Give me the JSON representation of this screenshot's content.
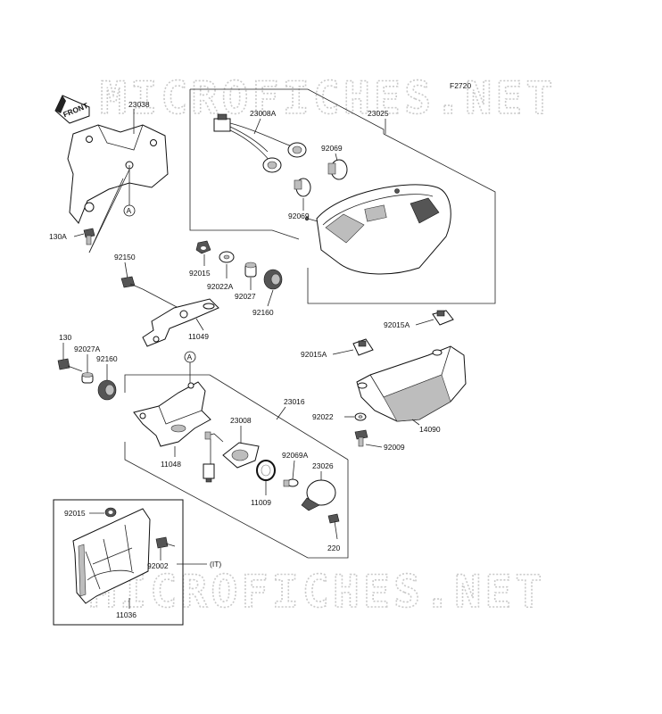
{
  "watermark": "MICROFICHES.NET",
  "figure_code": "F2720",
  "front_label": "FRONT",
  "ref_marker": "A",
  "labels": {
    "p23038": "23038",
    "p23008A": "23008A",
    "p23025": "23025",
    "p92069_top": "92069",
    "p92069_bot": "92069",
    "p130A": "130A",
    "p92150": "92150",
    "p92015": "92015",
    "p92022A": "92022A",
    "p92027": "92027",
    "p92160_top": "92160",
    "p11049": "11049",
    "p92015A_top": "92015A",
    "p92015A_mid": "92015A",
    "p130": "130",
    "p92027A": "92027A",
    "p92160_bot": "92160",
    "p23016": "23016",
    "p92022": "92022",
    "p14090": "14090",
    "p92009": "92009",
    "p23008": "23008",
    "p11048": "11048",
    "p92069A": "92069A",
    "p23026": "23026",
    "p11009": "11009",
    "p220": "220",
    "p92015_plate": "92015",
    "p92002": "92002",
    "p92002_note": "(IT)",
    "p11036": "11036"
  }
}
